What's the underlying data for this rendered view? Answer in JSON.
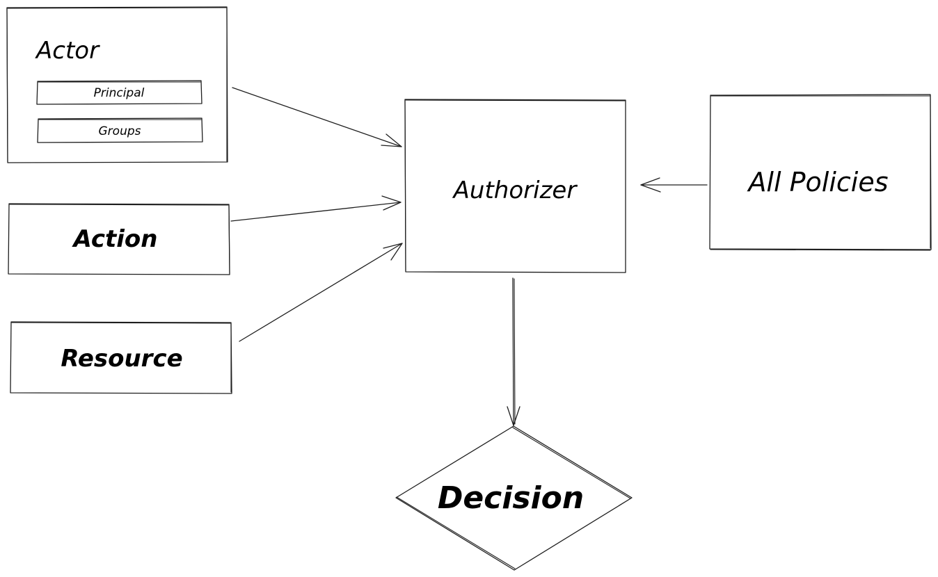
{
  "diagram": {
    "nodes": {
      "actor": {
        "label": "Actor",
        "fields": {
          "principal": "Principal",
          "groups": "Groups"
        }
      },
      "action": {
        "label": "Action"
      },
      "resource": {
        "label": "Resource"
      },
      "authorizer": {
        "label": "Authorizer"
      },
      "all_policies": {
        "label": "All Policies"
      },
      "decision": {
        "label": "Decision"
      }
    },
    "edges": [
      {
        "from": "actor",
        "to": "authorizer"
      },
      {
        "from": "action",
        "to": "authorizer"
      },
      {
        "from": "resource",
        "to": "authorizer"
      },
      {
        "from": "all_policies",
        "to": "authorizer"
      },
      {
        "from": "authorizer",
        "to": "decision"
      }
    ],
    "colors": {
      "stroke": "#1e1e1e",
      "background": "#ffffff",
      "text": "#000000"
    }
  }
}
